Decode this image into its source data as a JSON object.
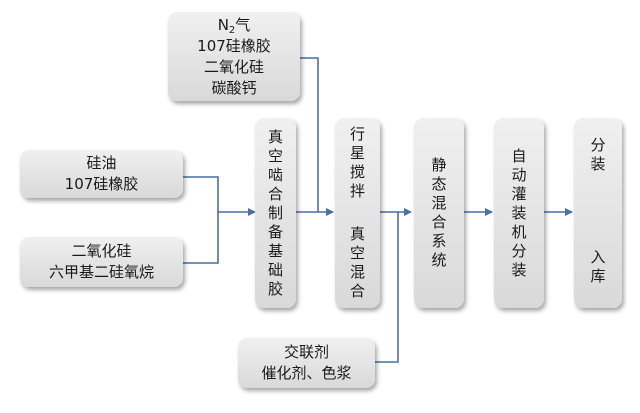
{
  "nodes": {
    "n2_inputs": {
      "lines": [
        "N",
        "2",
        "气",
        "107硅橡胶",
        "二氧化硅",
        "碳酸钙"
      ]
    },
    "silicone_oil": {
      "lines": [
        "硅油",
        "107硅橡胶"
      ]
    },
    "silica": {
      "lines": [
        "二氧化硅",
        "六甲基二硅氧烷"
      ]
    },
    "vacuum_kneading": {
      "text": "真空啮合制备基础胶"
    },
    "planetary_mix": {
      "col1": "行星搅拌",
      "col2": "真空混合"
    },
    "static_mix": {
      "text": "静态混合系统"
    },
    "auto_fill": {
      "text": "自动灌装机分装"
    },
    "packaging": {
      "col1": "分装",
      "col2": "入库"
    },
    "crosslinker": {
      "lines": [
        "交联剂",
        "催化剂、色浆"
      ]
    }
  },
  "colors": {
    "arrow": "#4a6fa5",
    "box_top": "#f0f0f0",
    "box_bottom": "#d9d9d9"
  }
}
